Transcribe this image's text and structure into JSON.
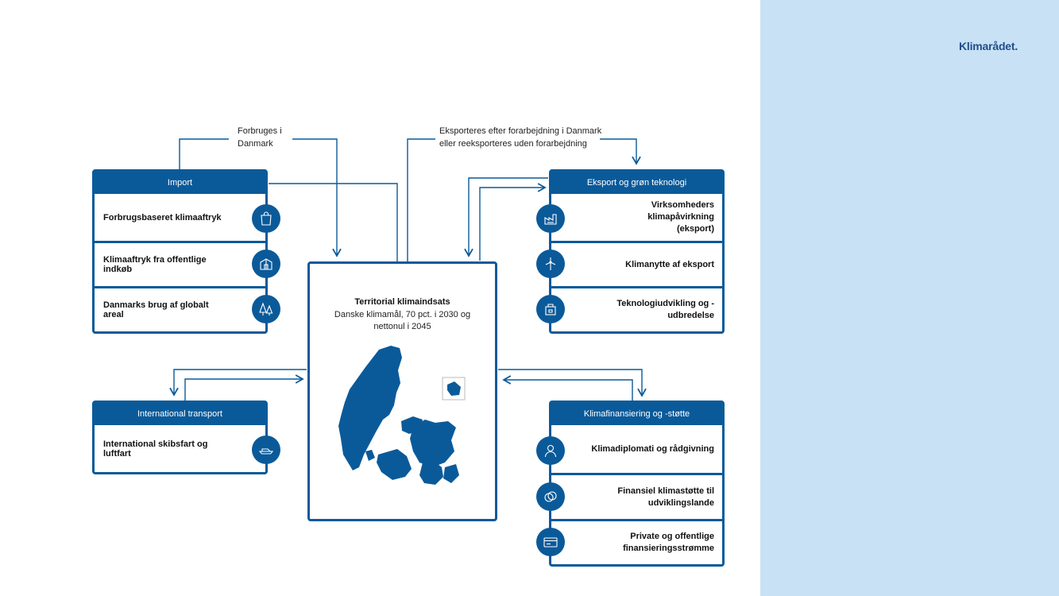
{
  "brand": {
    "logo": "Klimarådet."
  },
  "labels": {
    "forbruges": [
      "Forbruges i",
      "Danmark"
    ],
    "eksporteres": [
      "Eksporteres efter forarbejdning i Danmark",
      "eller reeksporteres uden forarbejdning"
    ]
  },
  "import": {
    "title": "Import",
    "rows": [
      {
        "label": "Forbrugsbaseret klimaaftryk",
        "icon": "shopping-bag-icon"
      },
      {
        "label": "Klimaaftryk fra offentlige indkøb",
        "icon": "building-icon"
      },
      {
        "label": "Danmarks brug af globalt areal",
        "icon": "trees-icon"
      }
    ]
  },
  "transport": {
    "title": "International transport",
    "rows": [
      {
        "label": "International skibsfart og luftfart",
        "icon": "ship-icon"
      }
    ]
  },
  "center": {
    "title": "Territorial klimaindsats",
    "subtitle_lines": [
      "Danske klimamål, 70 pct. i 2030 og",
      "nettonul i 2045"
    ]
  },
  "export": {
    "title": "Eksport og grøn teknologi",
    "rows": [
      {
        "lines": [
          "Virksomheders klimapåvirkning",
          "(eksport)"
        ],
        "icon": "factory-icon"
      },
      {
        "lines": [
          "Klimanytte af eksport"
        ],
        "icon": "wind-turbine-icon"
      },
      {
        "lines": [
          "Teknologiudvikling og -udbredelse"
        ],
        "icon": "technology-icon"
      }
    ]
  },
  "finance": {
    "title": "Klimafinansiering og -støtte",
    "rows": [
      {
        "lines": [
          "Klimadiplomati og rådgivning"
        ],
        "icon": "person-icon"
      },
      {
        "lines": [
          "Finansiel klimastøtte til",
          "udviklingslande"
        ],
        "icon": "overlapping-circles-icon"
      },
      {
        "lines": [
          "Private og offentlige",
          "finansieringsstrømme"
        ],
        "icon": "card-icon"
      }
    ]
  },
  "colors": {
    "primary": "#0a5a9a",
    "panel": "#c8e1f4"
  }
}
